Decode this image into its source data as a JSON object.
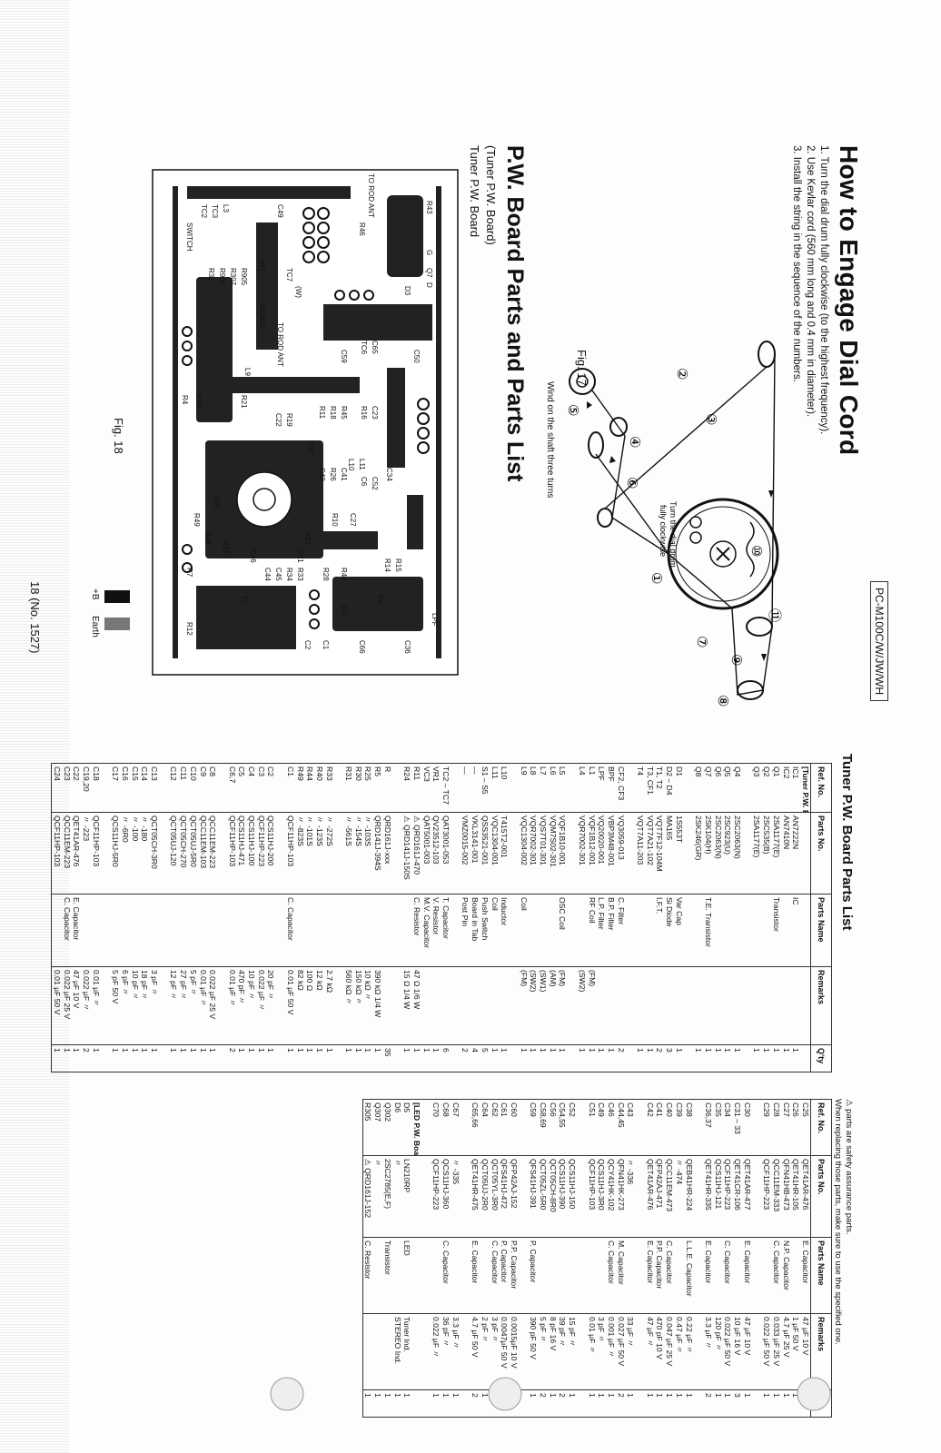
{
  "header": {
    "model": "PC-M100C/W/JW/WH"
  },
  "dial_cord": {
    "title": "How to Engage Dial Cord",
    "steps": [
      "1. Turn the dial drum fully clockwise (to the highest frequency).",
      "2. Use Kevlar cord (560 mm long and 0.4 mm in diameter).",
      "3. Install the string in the sequence of the numbers."
    ],
    "drum_label_1": "Turn the dial drum",
    "drum_label_2": "fully clockwise",
    "shaft_label": "Wind on the shaft three turns",
    "fig_label": "Fig. 17",
    "numbers": [
      "①",
      "②",
      "③",
      "④",
      "⑤",
      "⑥",
      "⑦",
      "⑧",
      "⑨",
      "⑩",
      "⑪"
    ]
  },
  "pw_board": {
    "title": "P.W. Board Parts and Parts List",
    "subtitle": "(Tuner P.W. Board)",
    "board_label": "Tuner P.W. Board",
    "fig_label": "Fig. 18",
    "legend_b": "+B",
    "legend_earth": "Earth",
    "labels": [
      "R43",
      "G",
      "Q7",
      "D",
      "C50",
      "C65",
      "TC6",
      "C23",
      "R16",
      "C52",
      "C6",
      "R15",
      "C27",
      "R14",
      "C59",
      "R45",
      "R18",
      "R11",
      "C53",
      "C36",
      "C66",
      "C49",
      "TC7",
      "C54",
      "R19",
      "C22",
      "C34",
      "T2",
      "C57",
      "L3",
      "TC3",
      "TC2",
      "R21",
      "C41",
      "R26",
      "R31",
      "R33",
      "R34",
      "C45",
      "C44",
      "C40",
      "R37",
      "C46",
      "R48",
      "R49",
      "R25",
      "L9",
      "R7",
      "R4",
      "R12",
      "R905",
      "R307",
      "R906",
      "R32",
      "C1",
      "C2",
      "L11",
      "L10",
      "MONO",
      "SWITCH",
      "TO ROD ANT",
      "TO ROD ANT",
      "(W)",
      "(W)",
      "D3",
      "LPF",
      "R46",
      "R47",
      "R6",
      "R28",
      "R10",
      "R27"
    ],
    "page_number": "18 (No. 1527)"
  },
  "parts_list": {
    "title": "Tuner P.W. Board Parts List",
    "columns": [
      "Ref. No.",
      "Parts No.",
      "Parts Name",
      "Remarks",
      "Q'ty"
    ],
    "rows_left": [
      [
        "[Tuner P.W. Board]",
        "",
        "",
        "",
        ""
      ],
      [
        "IC1",
        "AN7222N",
        "IC",
        "",
        "1"
      ],
      [
        "IC2",
        "AN7410N",
        "",
        "",
        "1"
      ],
      [
        "Q1",
        "2SA1177(E)",
        "Transistor",
        "",
        "1"
      ],
      [
        "Q2",
        "2SC535(B)",
        "",
        "",
        "1"
      ],
      [
        "Q3",
        "2SA1177(E)",
        "",
        "",
        "1"
      ],
      [
        "",
        "",
        "",
        "",
        ""
      ],
      [
        "Q4",
        "2SC2063(N)",
        "",
        "",
        "1"
      ],
      [
        "Q5",
        "2SC923(U)",
        "",
        "",
        "1"
      ],
      [
        "Q6",
        "2SC2063(N)",
        "",
        "",
        "1"
      ],
      [
        "Q7",
        "2SK104(H)",
        "T.E. Transistor",
        "",
        "1"
      ],
      [
        "Q8",
        "2SK246(GR)",
        "",
        "",
        "1"
      ],
      [
        "",
        "",
        "",
        "",
        ""
      ],
      [
        "D1",
        "1S553T",
        "Var Cap",
        "",
        "1"
      ],
      [
        "D2 – D4",
        "MA165",
        "Si Diode",
        "",
        "3"
      ],
      [
        "T1, T2",
        "VQT7F12-104M",
        "I.F.T.",
        "",
        "2"
      ],
      [
        "T3, CF1",
        "VQT7A21-102",
        "",
        "",
        "1"
      ],
      [
        "T4",
        "VQT7A11-203",
        "",
        "",
        "1"
      ],
      [
        "",
        "",
        "",
        "",
        ""
      ],
      [
        "CF2, CF3",
        "VQ3059-013",
        "C. Filter",
        "",
        "2"
      ],
      [
        "BPF",
        "VBP3M48-001",
        "B.P. Filter",
        "",
        "1"
      ],
      [
        "LPF",
        "VQ20020-001",
        "L.P. Filter",
        "",
        "1"
      ],
      [
        "L1",
        "VQF1B12-001",
        "RF Coil",
        "(FM)",
        "1"
      ],
      [
        "L4",
        "VQR7002-301",
        "",
        "(SW2)",
        "1"
      ],
      [
        "",
        "",
        "",
        "",
        ""
      ],
      [
        "L5",
        "VQF1B10-001",
        "OSC Coil",
        "(FM)",
        "1"
      ],
      [
        "L6",
        "VQM7S02-301",
        "",
        "(AM)",
        "1"
      ],
      [
        "L7",
        "VQS7T01-301",
        "",
        "(SW1)",
        "1"
      ],
      [
        "L8",
        "VQR7002-301",
        "",
        "(SW2)",
        "1"
      ],
      [
        "L9",
        "VQC1304-002",
        "Coil",
        "(FM)",
        "1"
      ],
      [
        "",
        "",
        "",
        "",
        ""
      ],
      [
        "L10",
        "T415T2-001",
        "Inductor",
        "",
        "1"
      ],
      [
        "L11",
        "VQC1304-001",
        "Coil",
        "",
        "1"
      ],
      [
        "S1 – S5",
        "QSS3521-001",
        "Push Switch",
        "",
        "5"
      ],
      [
        "—",
        "VKL3141-001",
        "Board in Tab",
        "",
        "4"
      ],
      [
        "—",
        "VMZ0015-002",
        "Post Pin",
        "",
        "2"
      ],
      [
        "",
        "",
        "",
        "",
        ""
      ],
      [
        "TC2 – TC7",
        "QAT3001-053",
        "T. Capacitor",
        "",
        "6"
      ],
      [
        "VR1",
        "QV23512-103",
        "V. Resistor",
        "",
        "1"
      ],
      [
        "VC3",
        "QAT5001-003",
        "M.V. Capacitor",
        "",
        "1"
      ],
      [
        "R11",
        "⚠ QRD161J-470",
        "C. Resistor",
        "47 Ω  1/6 W",
        "1"
      ],
      [
        "R24",
        "⚠ QRD141J-150S",
        "",
        "15 Ω  1/4 W",
        "1"
      ],
      [
        "",
        "",
        "",
        "",
        ""
      ],
      [
        "R",
        "QRD161J-xxx",
        "",
        "",
        "35"
      ],
      [
        "R5",
        "QRD141J-394S",
        "",
        "390 kΩ  1/4 W",
        "1"
      ],
      [
        "R25",
        "〃 -103S",
        "",
        "10 kΩ  〃",
        "1"
      ],
      [
        "R30",
        "〃 -154S",
        "",
        "150 kΩ  〃",
        "1"
      ],
      [
        "R31",
        "〃 -561S",
        "",
        "560 kΩ  〃",
        "1"
      ],
      [
        "",
        "",
        "",
        "",
        ""
      ],
      [
        "R33",
        "〃 -272S",
        "",
        "2.7 kΩ",
        "1"
      ],
      [
        "R40",
        "〃 -123S",
        "",
        "12 kΩ",
        "1"
      ],
      [
        "R44",
        "〃 -101S",
        "",
        "100 Ω",
        "1"
      ],
      [
        "R49",
        "〃 -823S",
        "",
        "82 kΩ",
        "1"
      ],
      [
        "C1",
        "QCF11HP-103",
        "C. Capacitor",
        "0.01 μF  50 V",
        "1"
      ],
      [
        "",
        "",
        "",
        "",
        ""
      ],
      [
        "C2",
        "QCS11HJ-200",
        "",
        "20 pF  〃",
        "1"
      ],
      [
        "C3",
        "QCF11HP-223",
        "",
        "0.022 μF  〃",
        "1"
      ],
      [
        "C4",
        "QCS11HJ-100",
        "",
        "10 pF  〃",
        "1"
      ],
      [
        "C5",
        "QCS11HJ-471",
        "",
        "470 pF  〃",
        "1"
      ],
      [
        "C6,7",
        "QCF11HP-103",
        "",
        "0.01 μF  〃",
        "2"
      ],
      [
        "",
        "",
        "",
        "",
        ""
      ],
      [
        "C8",
        "QCC11EM-223",
        "",
        "0.022 μF 25 V",
        "1"
      ],
      [
        "C9",
        "QCC11EM-103",
        "",
        "0.01 μF  〃",
        "1"
      ],
      [
        "C10",
        "QCT05UJ-5R0",
        "",
        "5 pF  〃",
        "1"
      ],
      [
        "C11",
        "QCT05CH-270",
        "",
        "27 pF  〃",
        "1"
      ],
      [
        "C12",
        "QCT05UJ-120",
        "",
        "12 pF  〃",
        "1"
      ],
      [
        "",
        "",
        "",
        "",
        ""
      ],
      [
        "C13",
        "QCT05CH-3R0",
        "",
        "3 pF  〃",
        "1"
      ],
      [
        "C14",
        "〃 -180",
        "",
        "18 pF  〃",
        "1"
      ],
      [
        "C15",
        "〃 -100",
        "",
        "10 pF  〃",
        "1"
      ],
      [
        "C16",
        "〃 -6R0",
        "",
        "6 pF  〃",
        "1"
      ],
      [
        "C17",
        "QCS11HJ-5R0",
        "",
        "5 pF  50 V",
        "1"
      ],
      [
        "",
        "",
        "",
        "",
        ""
      ],
      [
        "C18",
        "QCF11HP-103",
        "",
        "0.01 μF  〃",
        "1"
      ],
      [
        "C19,20",
        "〃 -223",
        "",
        "0.022 μF  〃",
        "2"
      ],
      [
        "C22",
        "QET41AR-476",
        "E. Capacitor",
        "47 μF  10 V",
        "1"
      ],
      [
        "C23",
        "QCC11EM-223",
        "C. Capacitor",
        "0.022 μF 25 V",
        "1"
      ],
      [
        "C24",
        "QCF11HP-103",
        "",
        "0.01 μF 50 V",
        "1"
      ]
    ],
    "safety_note_1": "⚠ parts are safety assurance parts.",
    "safety_note_2": "When replacing those parts, make sure to use the specified one.",
    "rows_right": [
      [
        "C25",
        "QET41AR-476",
        "E. Capacitor",
        "47 μF  10 V",
        "1"
      ],
      [
        "C26",
        "QET41HR-105",
        "",
        "1 μF  50 V",
        "1"
      ],
      [
        "C27",
        "QFN41HB-473",
        "N.P. Capacitor",
        "4.7 μF  25 V",
        "1"
      ],
      [
        "C28",
        "QCC11EM-333",
        "C. Capacitor",
        "0.033 μF 25 V",
        "1"
      ],
      [
        "C29",
        "QCF11HP-223",
        "",
        "0.022 μF 50 V",
        "1"
      ],
      [
        "",
        "",
        "",
        "",
        ""
      ],
      [
        "C30",
        "QET41AR-477",
        "E. Capacitor",
        "47 μF  10 V",
        "1"
      ],
      [
        "C31 – 33",
        "QET41CR-106",
        "",
        "10 μF  16 V",
        "3"
      ],
      [
        "C34",
        "QCF11HP-223",
        "C. Capacitor",
        "0.022 μF 50 V",
        "1"
      ],
      [
        "C35",
        "QCS11HJ-121",
        "",
        "120 pF  〃",
        "1"
      ],
      [
        "C36,37",
        "QET41HR-335",
        "E. Capacitor",
        "3.3 μF  〃",
        "2"
      ],
      [
        "",
        "",
        "",
        "",
        ""
      ],
      [
        "C38",
        "QEB41HR-224",
        "L.L.E. Capacitor",
        "0.22 μF  〃",
        "1"
      ],
      [
        "C39",
        "〃 -474",
        "",
        "0.47 μF  〃",
        "1"
      ],
      [
        "C40",
        "QCC11EM-473",
        "C. Capacitor",
        "0.047 μF 25 V",
        "1"
      ],
      [
        "C41",
        "QFP42AJ-471",
        "P.P. Capacitor",
        "470 pF  10 V",
        "1"
      ],
      [
        "C42",
        "QET41AR-476",
        "E. Capacitor",
        "47 μF  〃",
        "1"
      ],
      [
        "",
        "",
        "",
        "",
        ""
      ],
      [
        "C43",
        "〃 -336",
        "",
        "33 μF  〃",
        "1"
      ],
      [
        "C44,45",
        "QFN41HK-273",
        "M. Capacitor",
        "0.027 μF 50 V",
        "2"
      ],
      [
        "C46",
        "QCY41HK-102",
        "C. Capacitor",
        "0.001 μF  〃",
        "1"
      ],
      [
        "C49",
        "QCS11HJ-3R0",
        "",
        "3 pF  〃",
        "1"
      ],
      [
        "C51",
        "QCF11HP-103",
        "",
        "0.01 μF  〃",
        "1"
      ],
      [
        "",
        "",
        "",
        "",
        ""
      ],
      [
        "C52",
        "QCS11HJ-150",
        "",
        "15 pF  〃",
        "1"
      ],
      [
        "C54,55",
        "QCS11HJ-390",
        "",
        "39 pF  〃",
        "2"
      ],
      [
        "C56",
        "QCT05CH-8R0",
        "",
        "8 pF  16 V",
        "1"
      ],
      [
        "C58,69",
        "QCT05ZL-5R0",
        "",
        "5 pF  〃",
        "2"
      ],
      [
        "C59",
        "QFS41HJ-391",
        "P. Capacitor",
        "390 pF 50 V",
        "1"
      ],
      [
        "",
        "",
        "",
        "",
        ""
      ],
      [
        "C60",
        "QFP42AJ-152",
        "P.P. Capacitor",
        "0.0015μF 10 V",
        "1"
      ],
      [
        "C61",
        "QFS41HJ-472",
        "P. Capacitor",
        "0.0047μF 50 V",
        "1"
      ],
      [
        "C62",
        "QCT05YL-3R0",
        "C. Capacitor",
        "3 pF  〃",
        "1"
      ],
      [
        "C64",
        "QCT05UJ-2R0",
        "",
        "2 pF  〃",
        "1"
      ],
      [
        "C65,66",
        "QET41HR-475",
        "E. Capacitor",
        "4.7 μF  50 V",
        "2"
      ],
      [
        "",
        "",
        "",
        "",
        ""
      ],
      [
        "C67",
        "〃 -335",
        "",
        "3.3 μF  〃",
        "1"
      ],
      [
        "C68",
        "QCS11HJ-360",
        "C. Capacitor",
        "36 pF  〃",
        "1"
      ],
      [
        "C70",
        "QCF11HP-223",
        "",
        "0.022 μF  〃",
        "1"
      ],
      [
        "",
        "",
        "",
        "",
        ""
      ],
      [
        "[LED P.W. Board]",
        "",
        "",
        "",
        ""
      ],
      [
        "D5",
        "LN210RP",
        "LED",
        "Tuner Ind.",
        "1"
      ],
      [
        "D6",
        "〃",
        "",
        "STEREO Ind.",
        "1"
      ],
      [
        "Q302",
        "2SC2785(E,F)",
        "Transistor",
        "",
        "1"
      ],
      [
        "Q307",
        "〃",
        "",
        "",
        "1"
      ],
      [
        "R305",
        "⚠ QRD161J-152",
        "C. Resistor",
        "",
        "1"
      ]
    ]
  }
}
